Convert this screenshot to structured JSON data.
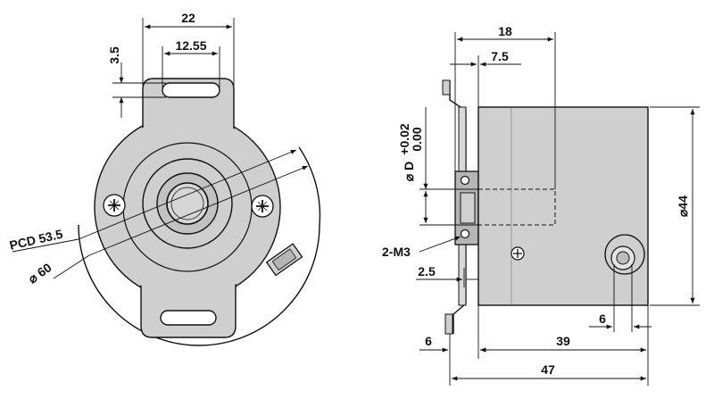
{
  "front_view": {
    "dim_flange_width": "22",
    "dim_slot_length": "12.55",
    "dim_slot_width": "3.5",
    "label_pcd": "PCD 53.5",
    "label_diameter": "⌀ 60"
  },
  "side_view": {
    "dim_length_18": "18",
    "dim_length_7_5": "7.5",
    "label_bore_diameter": "⌀ D",
    "label_tol_upper": "+0.02",
    "label_tol_lower": "0.00",
    "label_thread": "2-M3",
    "dim_2_5": "2.5",
    "dim_body_diameter": "⌀44",
    "dim_connector": "6",
    "dim_flange_6": "6",
    "dim_body_39": "39",
    "dim_total_47": "47"
  },
  "colors": {
    "body_fill": "#cfcfcf",
    "shade_fill": "#b5b5b5",
    "line": "#111111",
    "background": "#ffffff"
  }
}
